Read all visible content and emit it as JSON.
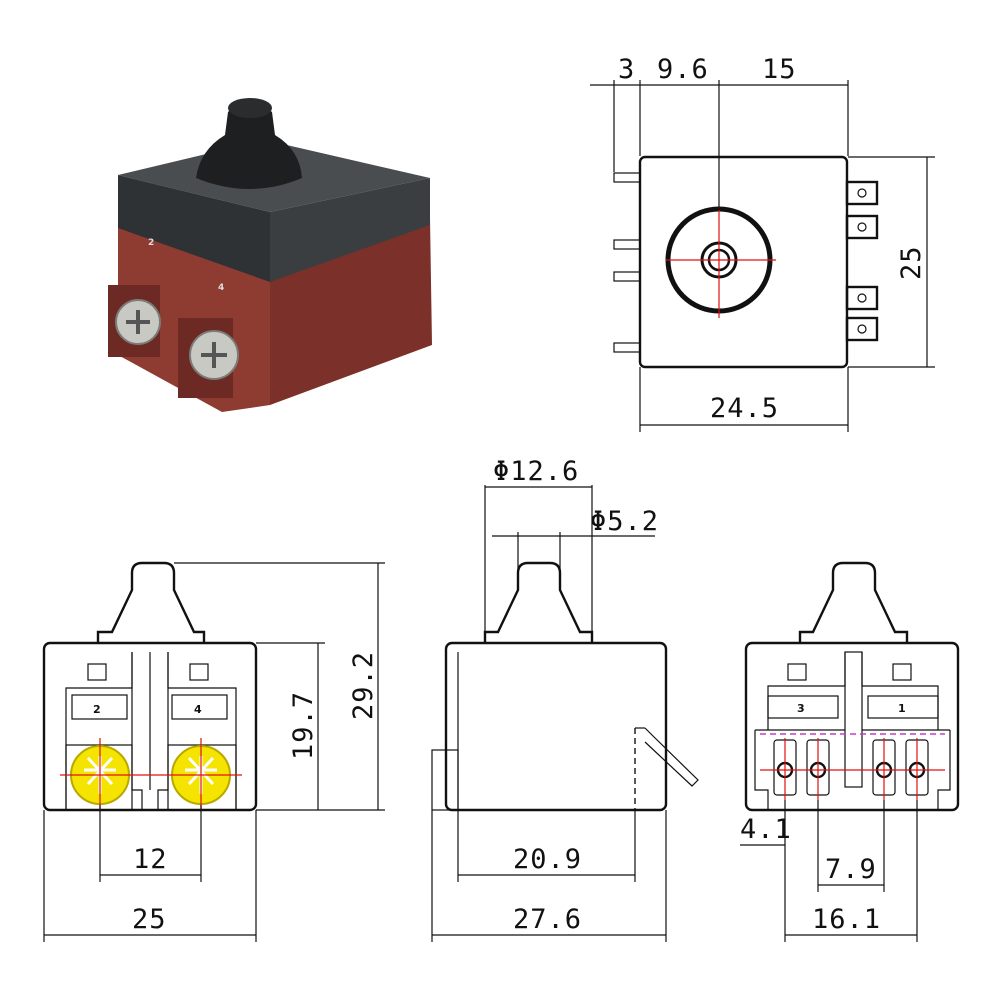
{
  "colors": {
    "line": "#111111",
    "center_line": "#e01010",
    "terminal_highlight": "#f5e400",
    "housing_top": "#3a3d40",
    "housing_base": "#8a3a30"
  },
  "top_view": {
    "dim_a": "3",
    "dim_b": "9.6",
    "dim_c": "15",
    "dim_height": "25",
    "dim_width": "24.5"
  },
  "front_view": {
    "dim_body_height": "19.7",
    "dim_total_height": "29.2",
    "dim_screw_spacing": "12",
    "dim_width": "25",
    "label_left": "2",
    "label_right": "4"
  },
  "side_view": {
    "dim_outer_diameter": "Φ12.6",
    "dim_inner_diameter": "Φ5.2",
    "dim_inner_length": "20.9",
    "dim_total_length": "27.6"
  },
  "rear_view": {
    "dim_edge_offset": "4.1",
    "dim_pin_spacing": "7.9",
    "dim_pins_width": "16.1",
    "label_left": "3",
    "label_right": "1"
  },
  "photo_labels": {
    "left": "2",
    "right": "4"
  }
}
